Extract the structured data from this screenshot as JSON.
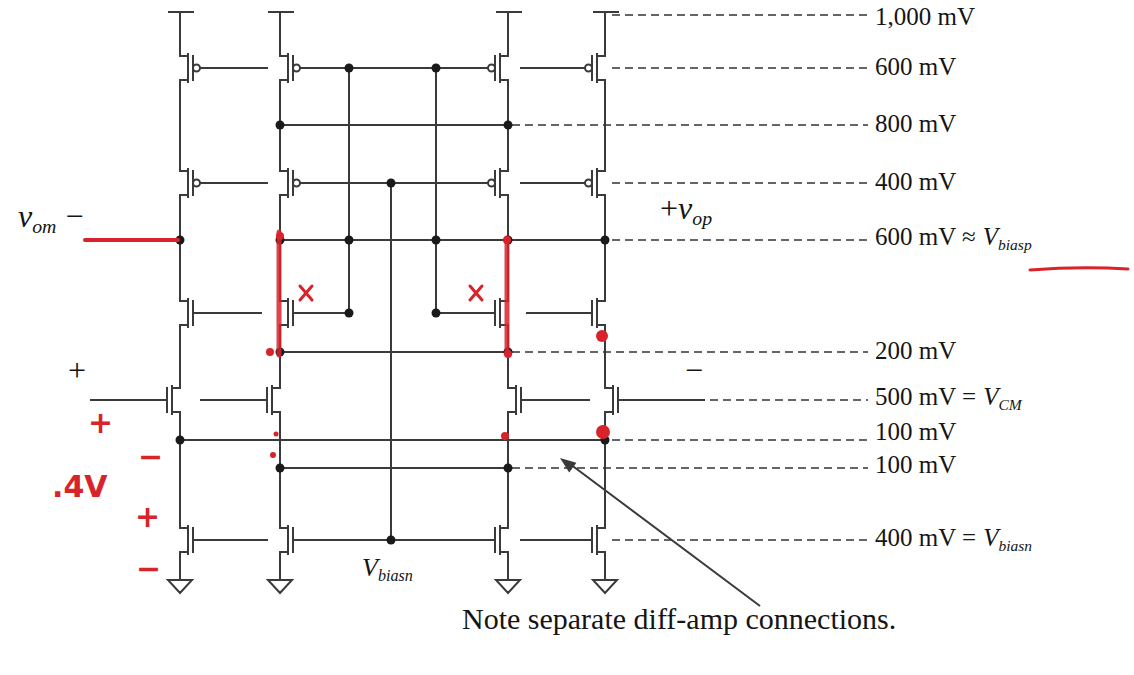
{
  "diagram": {
    "labels": [
      "1,000 mV",
      "600 mV",
      "800 mV",
      "400 mV",
      "600 mV ≈",
      "V",
      "biasp",
      "200 mV",
      "500 mV =",
      "V",
      "CM",
      "100 mV",
      "100 mV",
      "400 mV =",
      "V",
      "biasn",
      "v",
      "om",
      "−",
      "+",
      "v",
      "op",
      "+",
      "−",
      "V",
      "biasn",
      "Note separate diff-amp connections.",
      "+",
      ".4V",
      "−",
      "+",
      "−"
    ]
  }
}
